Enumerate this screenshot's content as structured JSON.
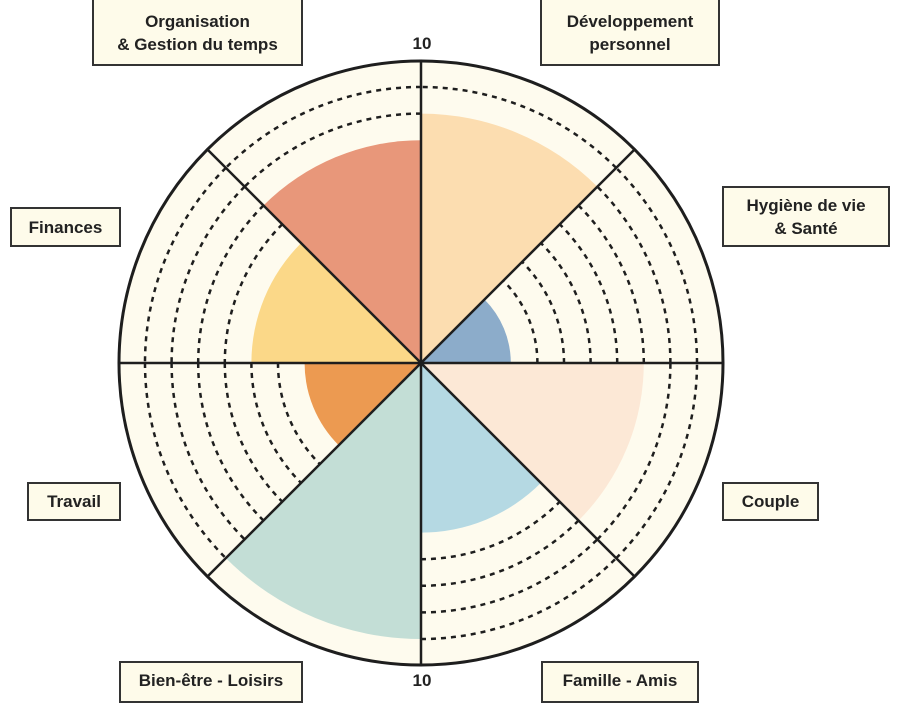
{
  "chart_data": {
    "type": "radial-bar",
    "title": "",
    "scale": {
      "min": 0,
      "max": 10,
      "max_label": "10",
      "rings": [
        1,
        2,
        3,
        4,
        5,
        6,
        7,
        8,
        9,
        10
      ]
    },
    "categories": [
      "Développement personnel",
      "Hygiène de vie & Santé",
      "Couple",
      "Famille - Amis",
      "Bien-être - Loisirs",
      "Travail",
      "Finances",
      "Organisation & Gestion du temps"
    ],
    "values": [
      9,
      3,
      8,
      6,
      10,
      4,
      6,
      8
    ],
    "colors": [
      "#fcddb0",
      "#8cacca",
      "#fce8d6",
      "#b5d9e3",
      "#c3ded6",
      "#ec9a51",
      "#fbd888",
      "#e8977a"
    ],
    "background_color": "#fefbee",
    "grid": "dashed rings beyond each value"
  },
  "labels": {
    "organisation": {
      "line1": "Organisation",
      "line2": "& Gestion du temps"
    },
    "developpement": {
      "line1": "Développement",
      "line2": "personnel"
    },
    "hygiene": {
      "line1": "Hygiène de vie",
      "line2": "& Santé"
    },
    "finances": {
      "line1": "Finances"
    },
    "couple": {
      "line1": "Couple"
    },
    "travail": {
      "line1": "Travail"
    },
    "bienetre": {
      "line1": "Bien-être - Loisirs"
    },
    "famille": {
      "line1": "Famille - Amis"
    }
  },
  "scale_labels": {
    "top": "10",
    "bottom": "10"
  }
}
